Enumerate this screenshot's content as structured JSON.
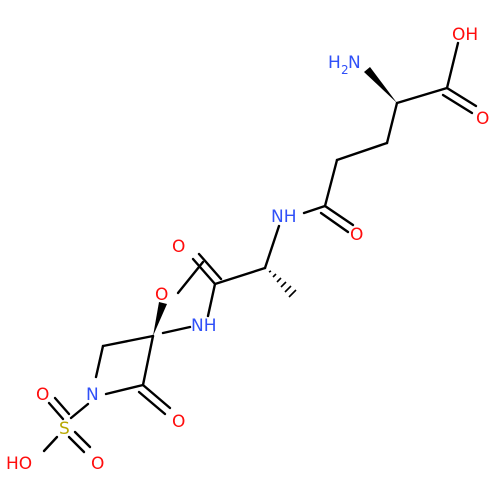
{
  "colors": {
    "bond": "#000000",
    "oxygen": "#ff0d0d",
    "nitrogen": "#3050f8",
    "sulfur": "#b8a800"
  },
  "atoms": {
    "acid_oh": "OH",
    "acid_o": "O",
    "amine_h": "H",
    "amine_sub": "2",
    "amine_n": "N",
    "amide1_nh": "NH",
    "amide1_o": "O",
    "amide2_o": "O",
    "methoxy_o": "O",
    "amide2_nh": "NH",
    "ring_n": "N",
    "lactam_o": "O",
    "sulfur": "S",
    "sulfonyl_o_top": "O",
    "sulfonyl_o_right": "O",
    "sulfonyl_ho": "HO"
  }
}
